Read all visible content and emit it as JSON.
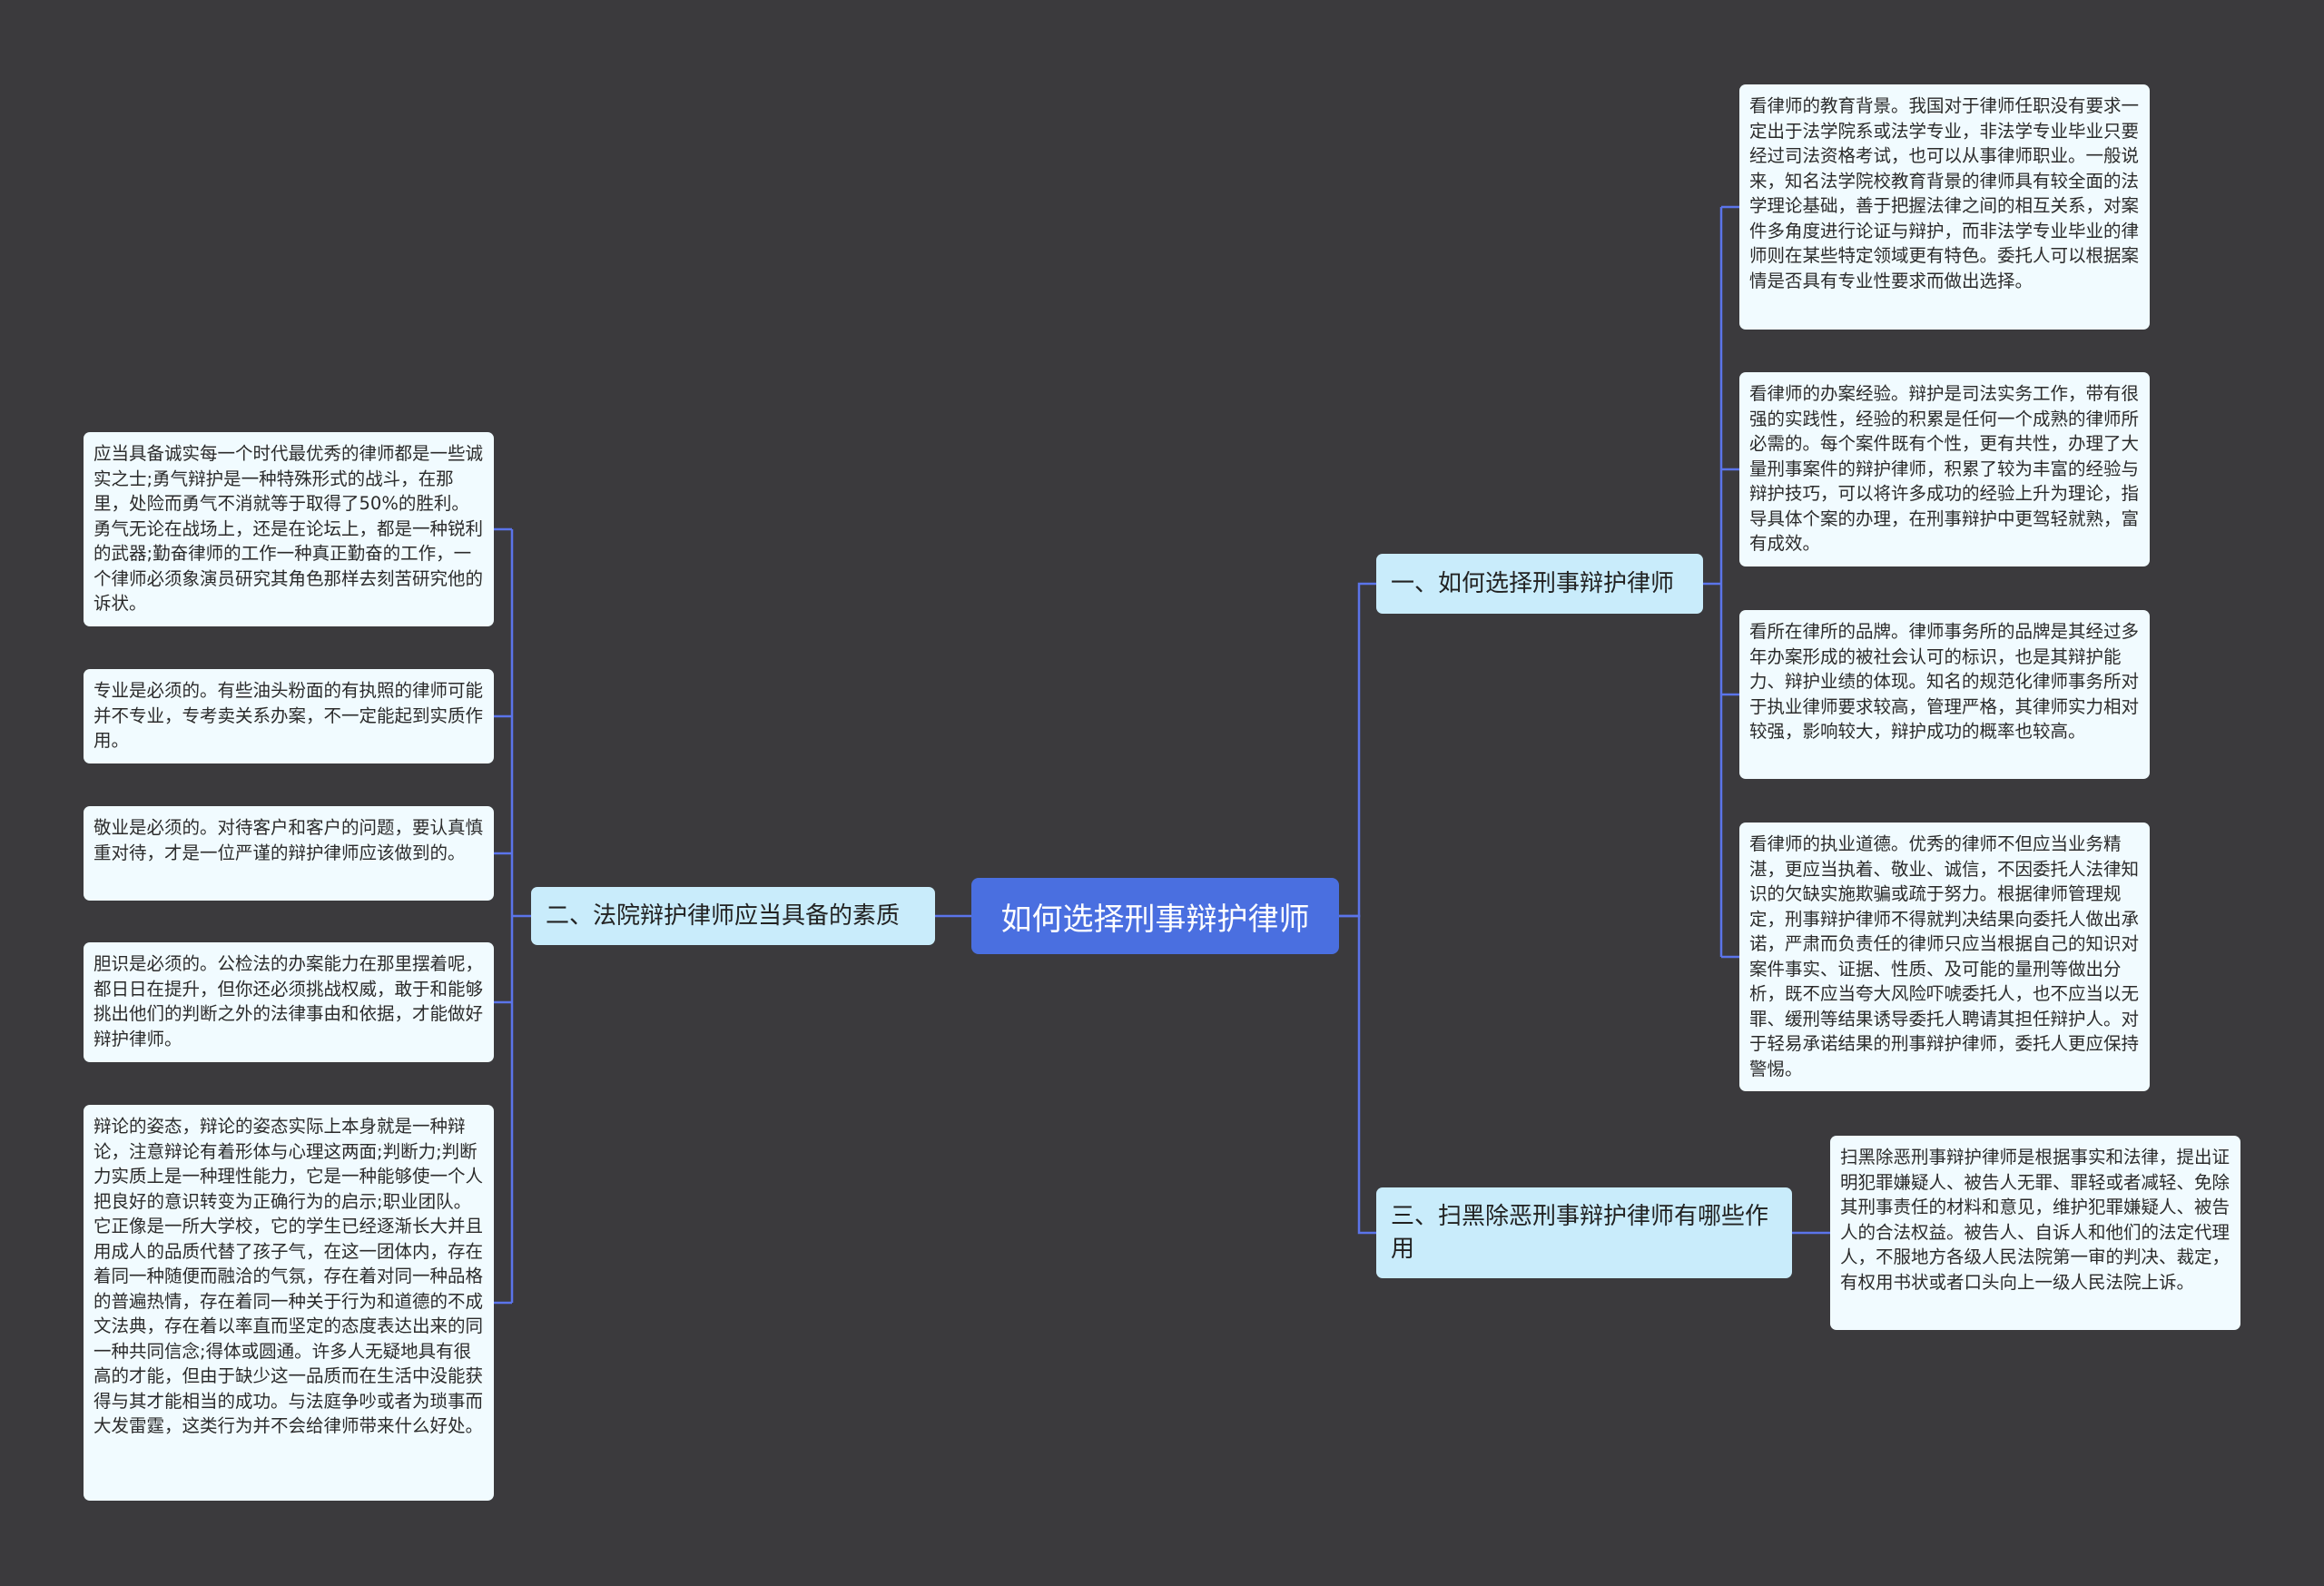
{
  "colors": {
    "background": "#3b3a3d",
    "root": "#4a6fe0",
    "branch": "#c9ecfb",
    "leaf": "#f1fbff",
    "connector": "#5b74ea"
  },
  "root": {
    "label": "如何选择刑事辩护律师"
  },
  "branches": [
    {
      "label": "一、如何选择刑事辩护律师",
      "leaves": [
        "看律师的教育背景。我国对于律师任职没有要求一定出于法学院系或法学专业，非法学专业毕业只要经过司法资格考试，也可以从事律师职业。一般说来，知名法学院校教育背景的律师具有较全面的法学理论基础，善于把握法律之间的相互关系，对案件多角度进行论证与辩护，而非法学专业毕业的律师则在某些特定领域更有特色。委托人可以根据案情是否具有专业性要求而做出选择。",
        "看律师的办案经验。辩护是司法实务工作，带有很强的实践性，经验的积累是任何一个成熟的律师所必需的。每个案件既有个性，更有共性，办理了大量刑事案件的辩护律师，积累了较为丰富的经验与辩护技巧，可以将许多成功的经验上升为理论，指导具体个案的办理，在刑事辩护中更驾轻就熟，富有成效。",
        "看所在律所的品牌。律师事务所的品牌是其经过多年办案形成的被社会认可的标识，也是其辩护能力、辩护业绩的体现。知名的规范化律师事务所对于执业律师要求较高，管理严格，其律师实力相对较强，影响较大，辩护成功的概率也较高。",
        "看律师的执业道德。优秀的律师不但应当业务精湛，更应当执着、敬业、诚信，不因委托人法律知识的欠缺实施欺骗或疏于努力。根据律师管理规定，刑事辩护律师不得就判决结果向委托人做出承诺，严肃而负责任的律师只应当根据自己的知识对案件事实、证据、性质、及可能的量刑等做出分析，既不应当夸大风险吓唬委托人，也不应当以无罪、缓刑等结果诱导委托人聘请其担任辩护人。对于轻易承诺结果的刑事辩护律师，委托人更应保持警惕。"
      ]
    },
    {
      "label": "二、法院辩护律师应当具备的素质",
      "leaves": [
        "应当具备诚实每一个时代最优秀的律师都是一些诚实之士;勇气辩护是一种特殊形式的战斗，在那里，处险而勇气不消就等于取得了50%的胜利。勇气无论在战场上，还是在论坛上，都是一种锐利的武器;勤奋律师的工作一种真正勤奋的工作，一个律师必须象演员研究其角色那样去刻苦研究他的诉状。",
        "专业是必须的。有些油头粉面的有执照的律师可能并不专业，专考卖关系办案，不一定能起到实质作用。",
        "敬业是必须的。对待客户和客户的问题，要认真慎重对待，才是一位严谨的辩护律师应该做到的。",
        "胆识是必须的。公检法的办案能力在那里摆着呢，都日日在提升，但你还必须挑战权威，敢于和能够挑出他们的判断之外的法律事由和依据，才能做好辩护律师。",
        "辩论的姿态，辩论的姿态实际上本身就是一种辩论，注意辩论有着形体与心理这两面;判断力;判断力实质上是一种理性能力，它是一种能够使一个人把良好的意识转变为正确行为的启示;职业团队。它正像是一所大学校，它的学生已经逐渐长大并且用成人的品质代替了孩子气，在这一团体内，存在着同一种随便而融洽的气氛，存在着对同一种品格的普遍热情，存在着同一种关于行为和道德的不成文法典，存在着以率直而坚定的态度表达出来的同一种共同信念;得体或圆通。许多人无疑地具有很高的才能，但由于缺少这一品质而在生活中没能获得与其才能相当的成功。与法庭争吵或者为琐事而大发雷霆，这类行为并不会给律师带来什么好处。"
      ]
    },
    {
      "label": "三、扫黑除恶刑事辩护律师有哪些作用",
      "leaves": [
        "扫黑除恶刑事辩护律师是根据事实和法律，提出证明犯罪嫌疑人、被告人无罪、罪轻或者减轻、免除其刑事责任的材料和意见，维护犯罪嫌疑人、被告人的合法权益。被告人、自诉人和他们的法定代理人，不服地方各级人民法院第一审的判决、裁定，有权用书状或者口头向上一级人民法院上诉。"
      ]
    }
  ]
}
